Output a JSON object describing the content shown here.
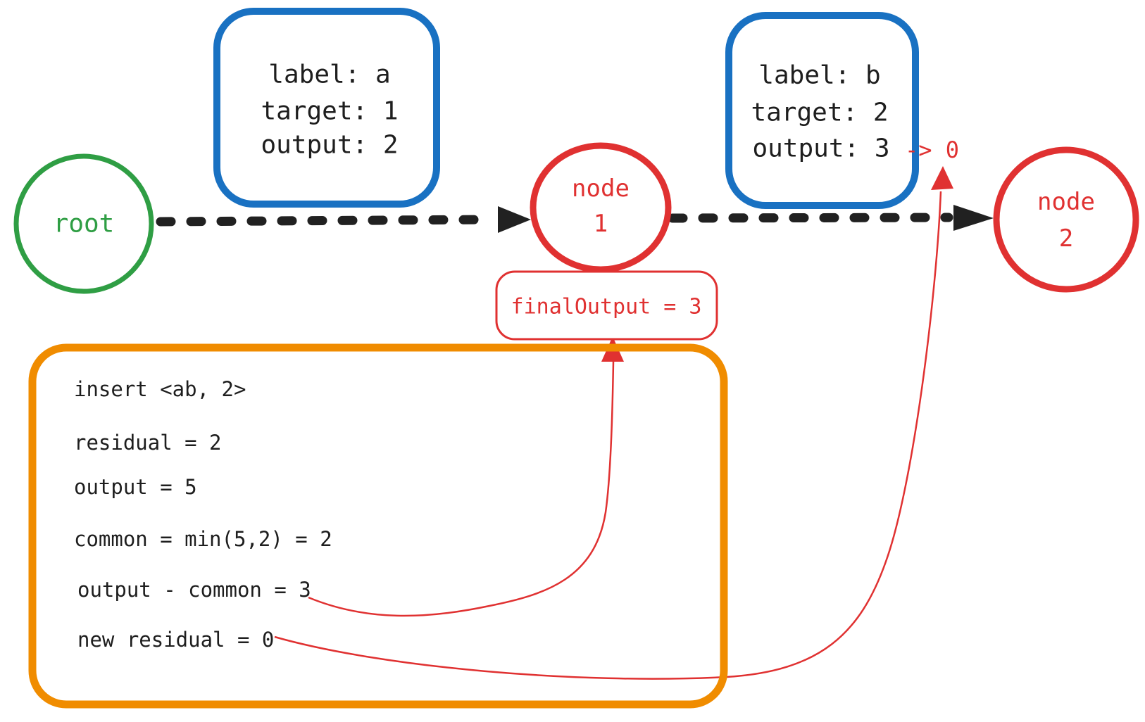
{
  "colors": {
    "green": "#2f9e44",
    "blue": "#1971c2",
    "red": "#e03131",
    "orange": "#f08c00",
    "ink": "#1e1e1e"
  },
  "nodes": {
    "root": {
      "label": "root"
    },
    "node1": {
      "line1": "node",
      "line2": "1"
    },
    "node2": {
      "line1": "node",
      "line2": "2"
    }
  },
  "edges": {
    "edge_a": {
      "line1": "label: a",
      "line2": "target: 1",
      "line3": "output: 2"
    },
    "edge_b": {
      "line1": "label: b",
      "line2": "target: 2",
      "line3": "output: 3",
      "override": "-> 0"
    }
  },
  "final_output": {
    "text": "finalOutput = 3"
  },
  "steps": {
    "title": "insert <ab, 2>",
    "lines": [
      "residual = 2",
      "output = 5",
      "common = min(5,2) = 2",
      "output - common = 3",
      "new residual = 0"
    ]
  }
}
